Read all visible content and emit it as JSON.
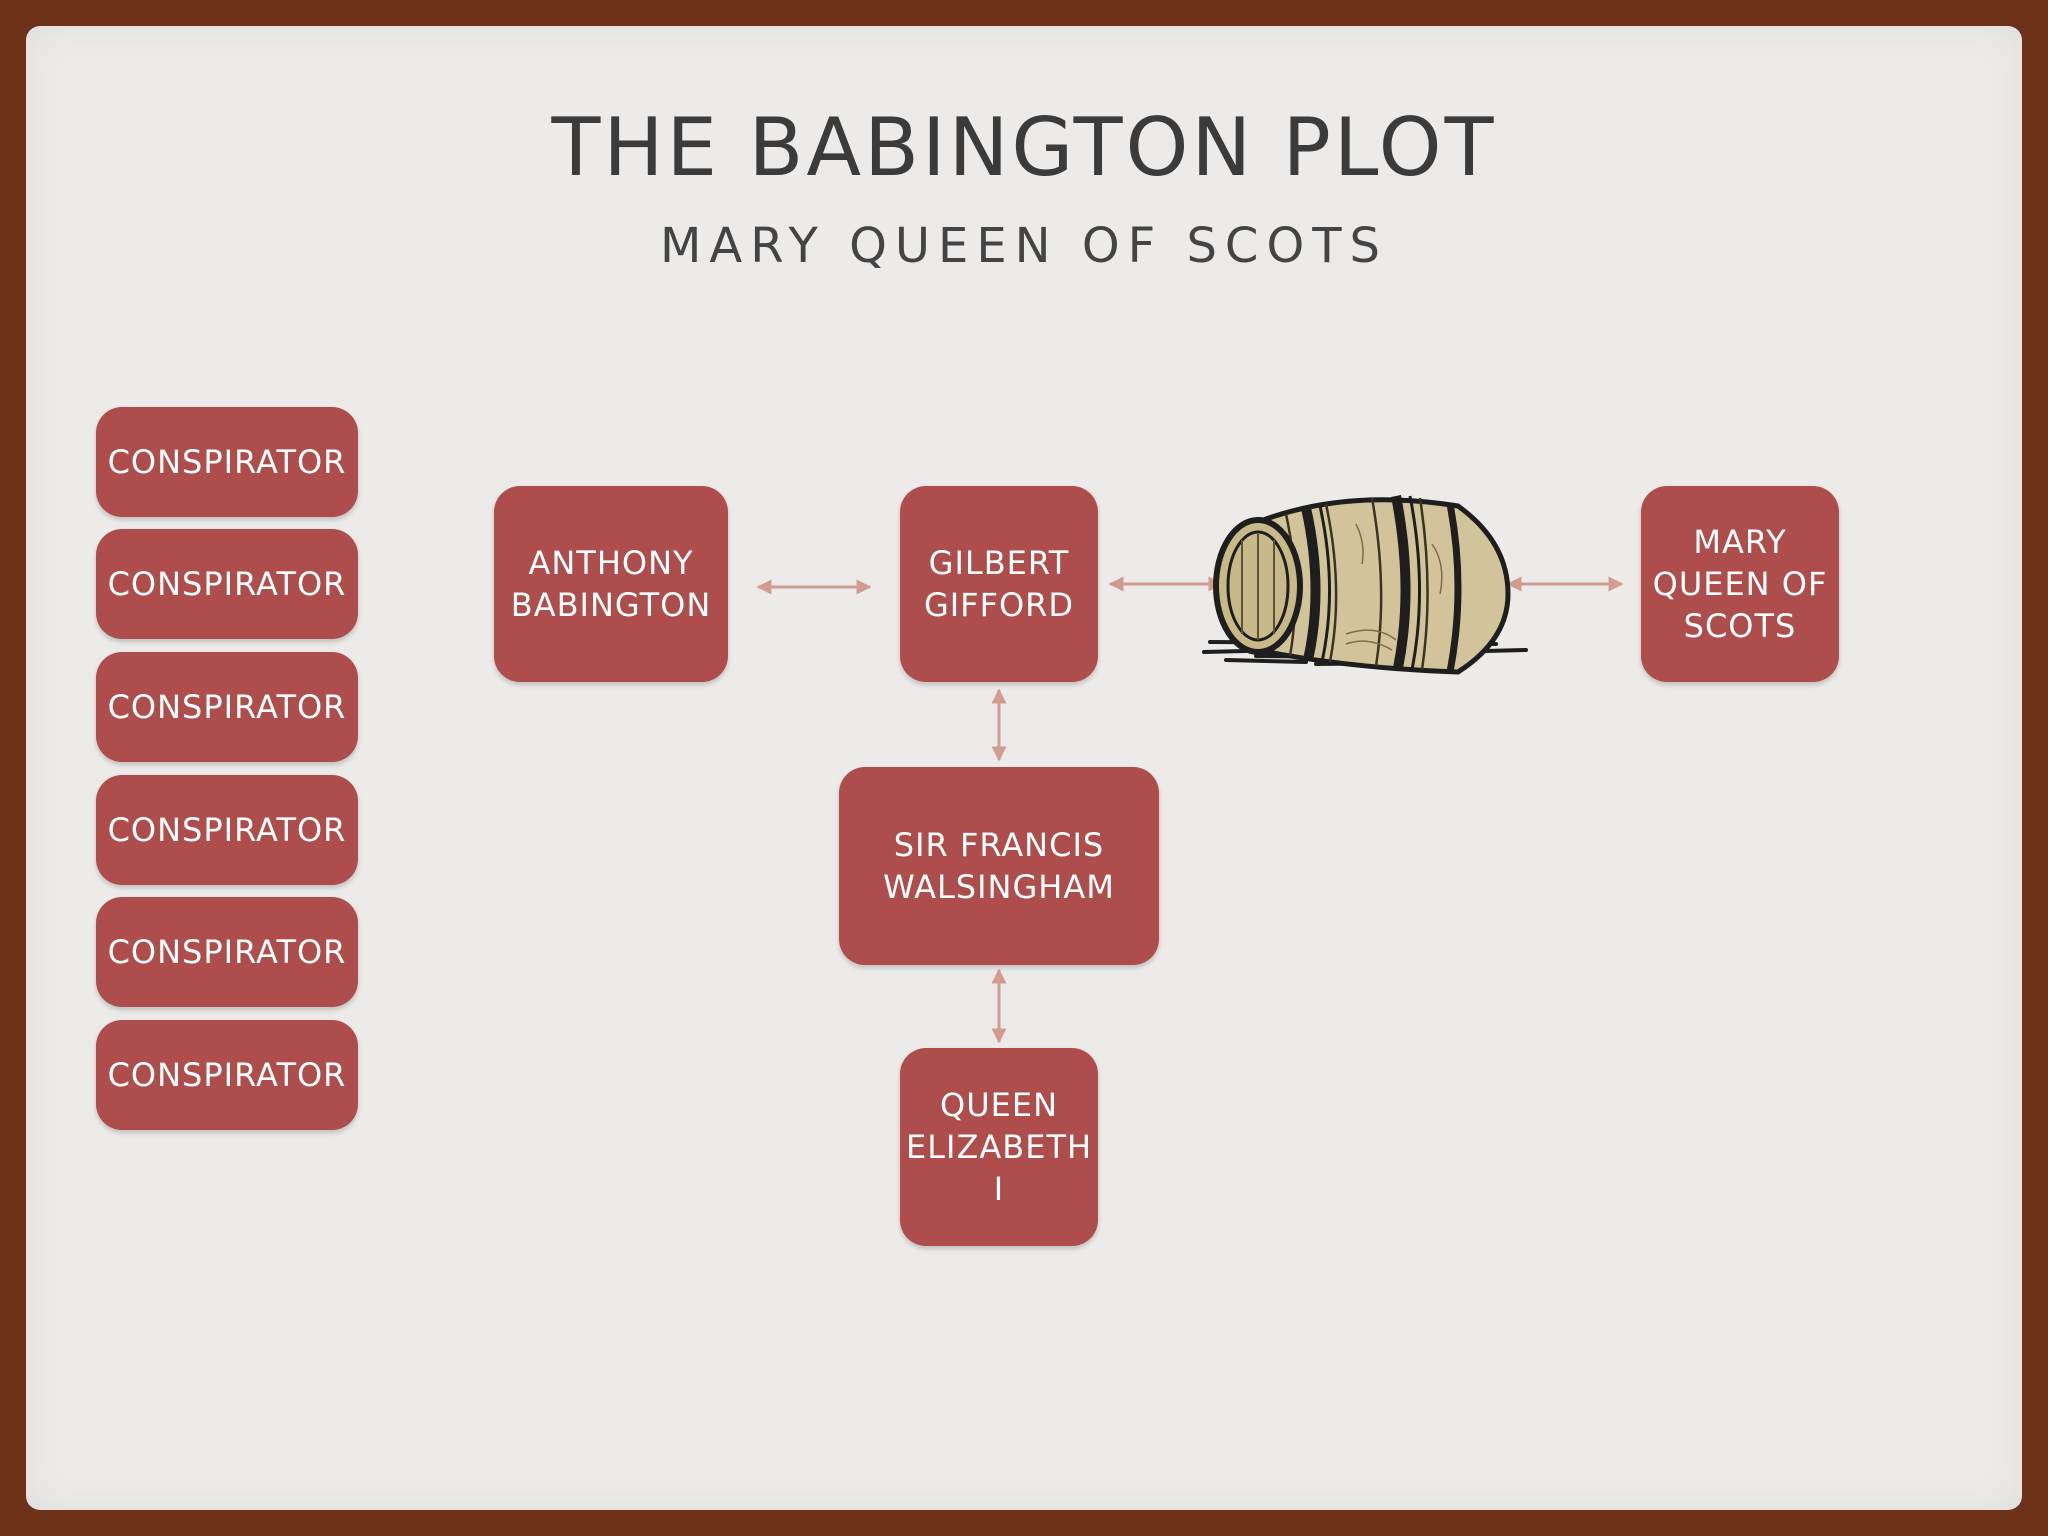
{
  "slide": {
    "title": "THE BABINGTON PLOT",
    "subtitle": "MARY QUEEN OF SCOTS"
  },
  "conspirators": [
    "CONSPIRATOR",
    "CONSPIRATOR",
    "CONSPIRATOR",
    "CONSPIRATOR",
    "CONSPIRATOR",
    "CONSPIRATOR"
  ],
  "nodes": {
    "babington": "ANTHONY\nBABINGTON",
    "gifford": "GILBERT\nGIFFORD",
    "mary": "MARY\nQUEEN OF\nSCOTS",
    "walsingham": "SIR FRANCIS\nWALSINGHAM",
    "elizabeth": "QUEEN\nELIZABETH\nI"
  },
  "icons": {
    "barrel": "beer-barrel-icon"
  },
  "colors": {
    "frame": "#6e3219",
    "slide": "#ecebe9",
    "box": "#ad4e4d",
    "arrow": "#d19c92"
  }
}
